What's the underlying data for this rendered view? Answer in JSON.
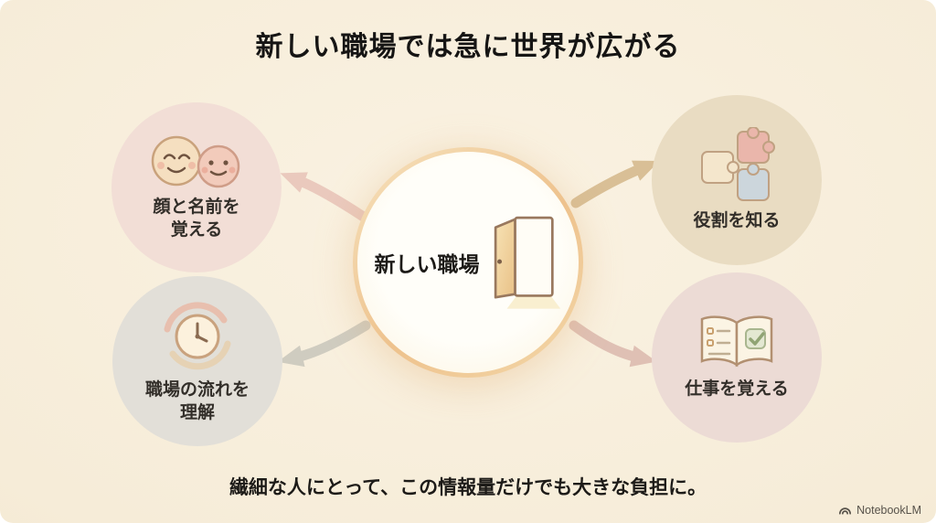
{
  "title": "新しい職場では急に世界が広がる",
  "center": {
    "label": "新しい職場"
  },
  "nodes": [
    {
      "name": "remember-faces-and-names",
      "line1": "顔と名前を",
      "line2": "覚える"
    },
    {
      "name": "know-roles",
      "line1": "役割を知る",
      "line2": ""
    },
    {
      "name": "understand-workflow",
      "line1": "職場の流れを",
      "line2": "理解"
    },
    {
      "name": "learn-the-job",
      "line1": "仕事を覚える",
      "line2": ""
    }
  ],
  "footer": "繊細な人にとって、この情報量だけでも大きな負担に。",
  "watermark": {
    "label": "NotebookLM"
  },
  "icons": {
    "node_tl": "two-smiling-faces-icon",
    "node_tr": "puzzle-pieces-icon",
    "node_bl": "clock-cycle-icon",
    "node_br": "open-book-checklist-icon",
    "center": "open-door-icon",
    "watermark": "notebooklm-logo-icon"
  },
  "colors": {
    "background": "#f6ecd8",
    "node_top_left": "#f2ded6",
    "node_top_right": "#e9dcc2",
    "node_bottom_left": "#e2dfd8",
    "node_bottom_right": "#ecdbd5",
    "arrow_top_left": "#eac9bd",
    "arrow_top_right": "#d9bf96",
    "arrow_bottom_left": "#cfccc0",
    "arrow_bottom_right": "#dfc0b4",
    "center_ring": "#eec28d",
    "title_text": "#161514"
  }
}
